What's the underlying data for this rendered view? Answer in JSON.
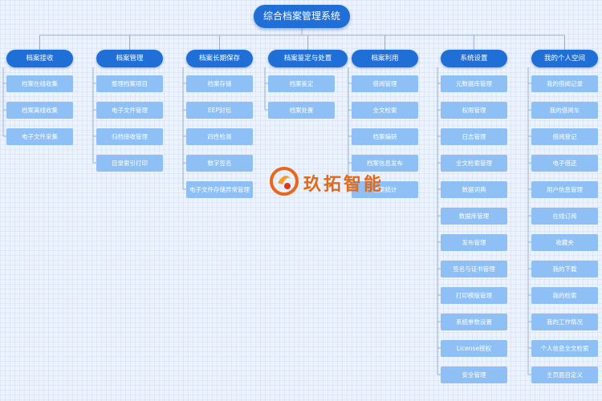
{
  "title": "综合档案管理系统",
  "columns": [
    {
      "header": "档案接收",
      "items": [
        "档案在线收集",
        "档案离线收集",
        "电子文件采集"
      ]
    },
    {
      "header": "档案管理",
      "items": [
        "整理档案项目",
        "电子文件管理",
        "归档接收管理",
        "目录索引打印"
      ]
    },
    {
      "header": "档案长期保存",
      "items": [
        "档案存储",
        "EEP封包",
        "四性检测",
        "数字签名",
        "电子文件存储异常管理"
      ]
    },
    {
      "header": "档案鉴定与处置",
      "items": [
        "档案鉴定",
        "档案处置"
      ]
    },
    {
      "header": "档案利用",
      "items": [
        "借阅管理",
        "全文检索",
        "档案编研",
        "档案信息发布",
        "档案统计"
      ]
    },
    {
      "header": "系统设置",
      "items": [
        "元数据库管理",
        "权限管理",
        "日志管理",
        "全文检索管理",
        "数据词典",
        "数据库管理",
        "发布管理",
        "签名与证书管理",
        "打印模版管理",
        "系统参数设置",
        "License授权",
        "安全管理"
      ]
    },
    {
      "header": "我的个人空间",
      "items": [
        "我的借阅记录",
        "我的借阅车",
        "借阅登记",
        "电子借还",
        "用户信息管理",
        "在线订阅",
        "收藏夹",
        "我的下载",
        "我的检索",
        "我的工作情况",
        "个人信息全文检索",
        "主页面自定义"
      ]
    }
  ],
  "watermark": {
    "text": "玖拓智能",
    "icon": "brand-logo-icon"
  },
  "colors": {
    "header": "#1f6fd6",
    "item": "#8ec0f5",
    "connector": "#9ab0cc"
  }
}
